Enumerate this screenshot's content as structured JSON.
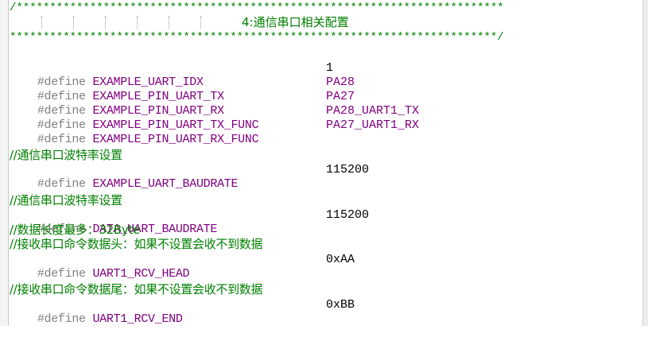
{
  "banner": {
    "top": "/*************************************************************************",
    "title": "4:通信串口相关配置",
    "bottom": "*************************************************************************/"
  },
  "defines": [
    {
      "keyword": "#define",
      "name": "EXAMPLE_UART_IDX",
      "value": "1"
    },
    {
      "keyword": "#define",
      "name": "EXAMPLE_PIN_UART_TX",
      "value": "PA28"
    },
    {
      "keyword": "#define",
      "name": "EXAMPLE_PIN_UART_RX",
      "value": "PA27"
    },
    {
      "keyword": "#define",
      "name": "EXAMPLE_PIN_UART_TX_FUNC",
      "value": "PA28_UART1_TX"
    },
    {
      "keyword": "#define",
      "name": "EXAMPLE_PIN_UART_RX_FUNC",
      "value": "PA27_UART1_RX"
    }
  ],
  "section1": {
    "comment": "//通信串口波特率设置",
    "keyword": "#define",
    "name": "EXAMPLE_UART_BAUDRATE",
    "value": "115200"
  },
  "section2": {
    "comment": "//通信串口波特率设置",
    "keyword": "#define",
    "name": "DATA_UART_BAUDRATE",
    "value": "115200",
    "comment2": "//数据长度最多：32Byte",
    "comment3": "//接收串口命令数据头：如果不设置会收不到数据",
    "keyword2": "#define",
    "name2": "UART1_RCV_HEAD",
    "value2": "0xAA"
  },
  "section3": {
    "comment": "//接收串口命令数据尾：如果不设置会收不到数据",
    "keyword": "#define",
    "name": "UART1_RCV_END",
    "value": "0xBB"
  },
  "colors": {
    "comment": "#008000",
    "preprocessor": "#808080",
    "macro": "#800080",
    "value": "#000000"
  }
}
